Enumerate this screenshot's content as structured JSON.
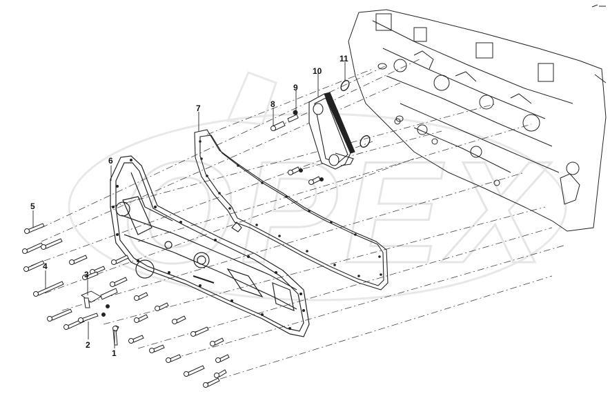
{
  "diagram": {
    "watermark_text": "OPEX",
    "background": "#ffffff",
    "line_color": "#222222",
    "callouts": [
      {
        "id": "1",
        "label": "1"
      },
      {
        "id": "2",
        "label": "2"
      },
      {
        "id": "3",
        "label": "3"
      },
      {
        "id": "4",
        "label": "4"
      },
      {
        "id": "5",
        "label": "5"
      },
      {
        "id": "6",
        "label": "6"
      },
      {
        "id": "7",
        "label": "7"
      },
      {
        "id": "8",
        "label": "8"
      },
      {
        "id": "9",
        "label": "9"
      },
      {
        "id": "10",
        "label": "10"
      },
      {
        "id": "11",
        "label": "11"
      }
    ],
    "parts": [
      {
        "callout": "6",
        "name": "cover plate",
        "icon": "cover-plate-shape"
      },
      {
        "callout": "7",
        "name": "gasket",
        "icon": "gasket-outline"
      },
      {
        "callout": "10",
        "name": "cooler",
        "icon": "cooler-block"
      },
      {
        "callout": "11",
        "name": "o-ring",
        "icon": "o-ring"
      },
      {
        "callout": "5",
        "name": "bolt",
        "icon": "bolt"
      },
      {
        "callout": "4",
        "name": "bolt",
        "icon": "bolt"
      },
      {
        "callout": "1",
        "name": "bolt",
        "icon": "bolt"
      },
      {
        "callout": "2",
        "name": "stud",
        "icon": "stud"
      },
      {
        "callout": "3",
        "name": "sensor",
        "icon": "sensor"
      },
      {
        "callout": "8",
        "name": "bolt",
        "icon": "bolt"
      },
      {
        "callout": "9",
        "name": "washer",
        "icon": "washer"
      }
    ]
  }
}
